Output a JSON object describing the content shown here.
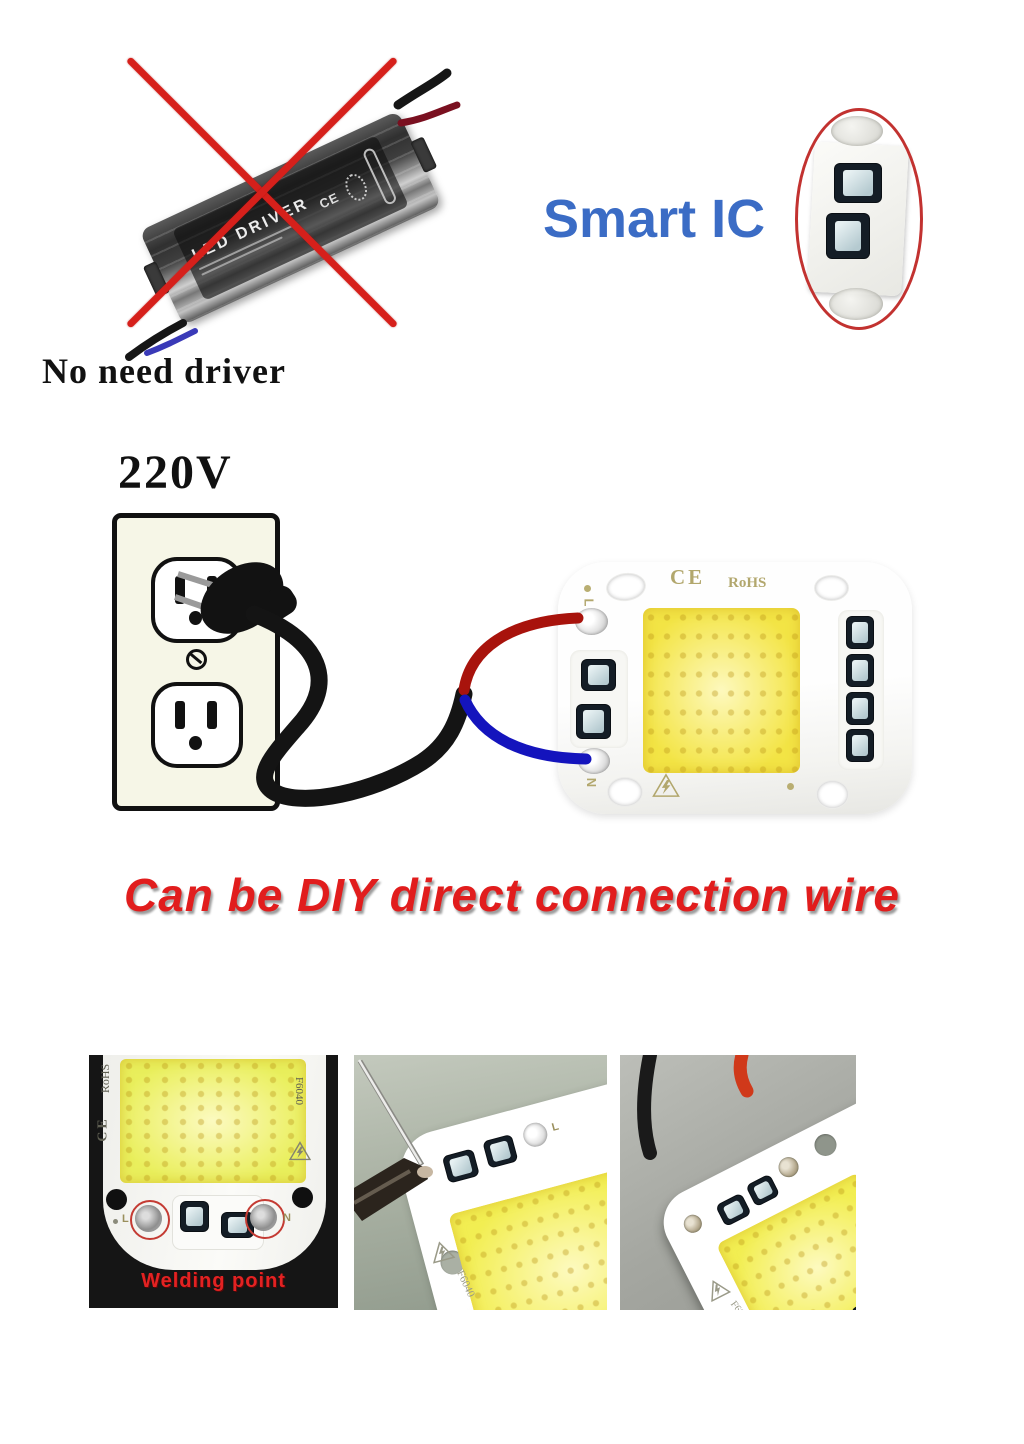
{
  "colors": {
    "smart_ic_blue": "#3b6cc5",
    "headline_red": "#e11d1d",
    "cross_red": "#d6201b",
    "wire_red": "#a8130c",
    "wire_blue": "#1414bd",
    "cob_yellow": "#f3e445",
    "pcb_mark_gold": "#b2a76d"
  },
  "driver": {
    "caption": "No need driver",
    "device_label": "LED DRIVER",
    "ce_mark": "CE"
  },
  "smart_ic": {
    "label": "Smart IC"
  },
  "diagram": {
    "voltage": "220V"
  },
  "marks": {
    "ce": "CE",
    "rohs": "RoHS",
    "model": "F6040"
  },
  "terminals": {
    "line": "L",
    "neutral": "N"
  },
  "headline": {
    "text": "Can be DIY direct connection wire"
  },
  "photo1": {
    "caption": "Welding point"
  }
}
